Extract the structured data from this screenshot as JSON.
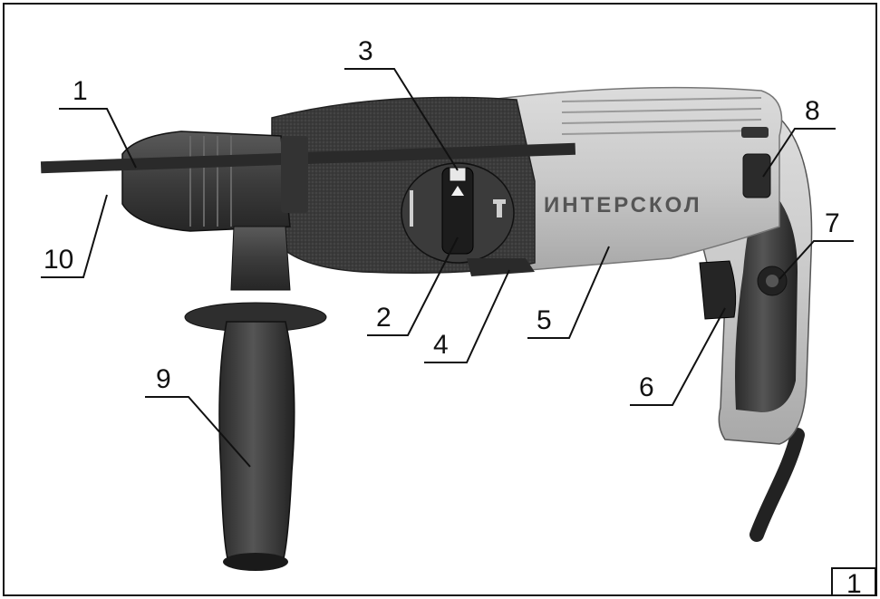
{
  "brand": "ИНТЕРСКОЛ",
  "figure_number": "1",
  "callouts": {
    "c1": "1",
    "c2": "2",
    "c3": "3",
    "c4": "4",
    "c5": "5",
    "c6": "6",
    "c7": "7",
    "c8": "8",
    "c9": "9",
    "c10": "10"
  }
}
